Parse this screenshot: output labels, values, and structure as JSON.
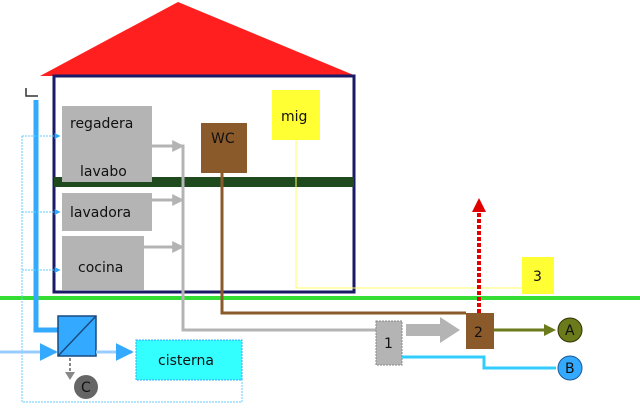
{
  "labels": {
    "regadera": "regadera",
    "lavabo": "lavabo",
    "lavadora": "lavadora",
    "cocina": "cocina",
    "wc": "WC",
    "mig": "mig",
    "cisterna": "cisterna",
    "node1": "1",
    "node2": "2",
    "node3": "3",
    "nodeA": "A",
    "nodeB": "B",
    "nodeC": "C"
  },
  "colors": {
    "roof": "#ff1f1f",
    "house_outline": "#1a1a66",
    "floor_band": "#1e4a1e",
    "ground": "#33dd33",
    "grey_fixture": "#b4b4b4",
    "brown": "#8b5a2b",
    "yellow": "#ffff33",
    "cyan_tank": "#33ffff",
    "water_blue": "#33aaff",
    "node_olive": "#6b7a1a",
    "node_c": "#666666",
    "vent_red": "#e00000"
  }
}
